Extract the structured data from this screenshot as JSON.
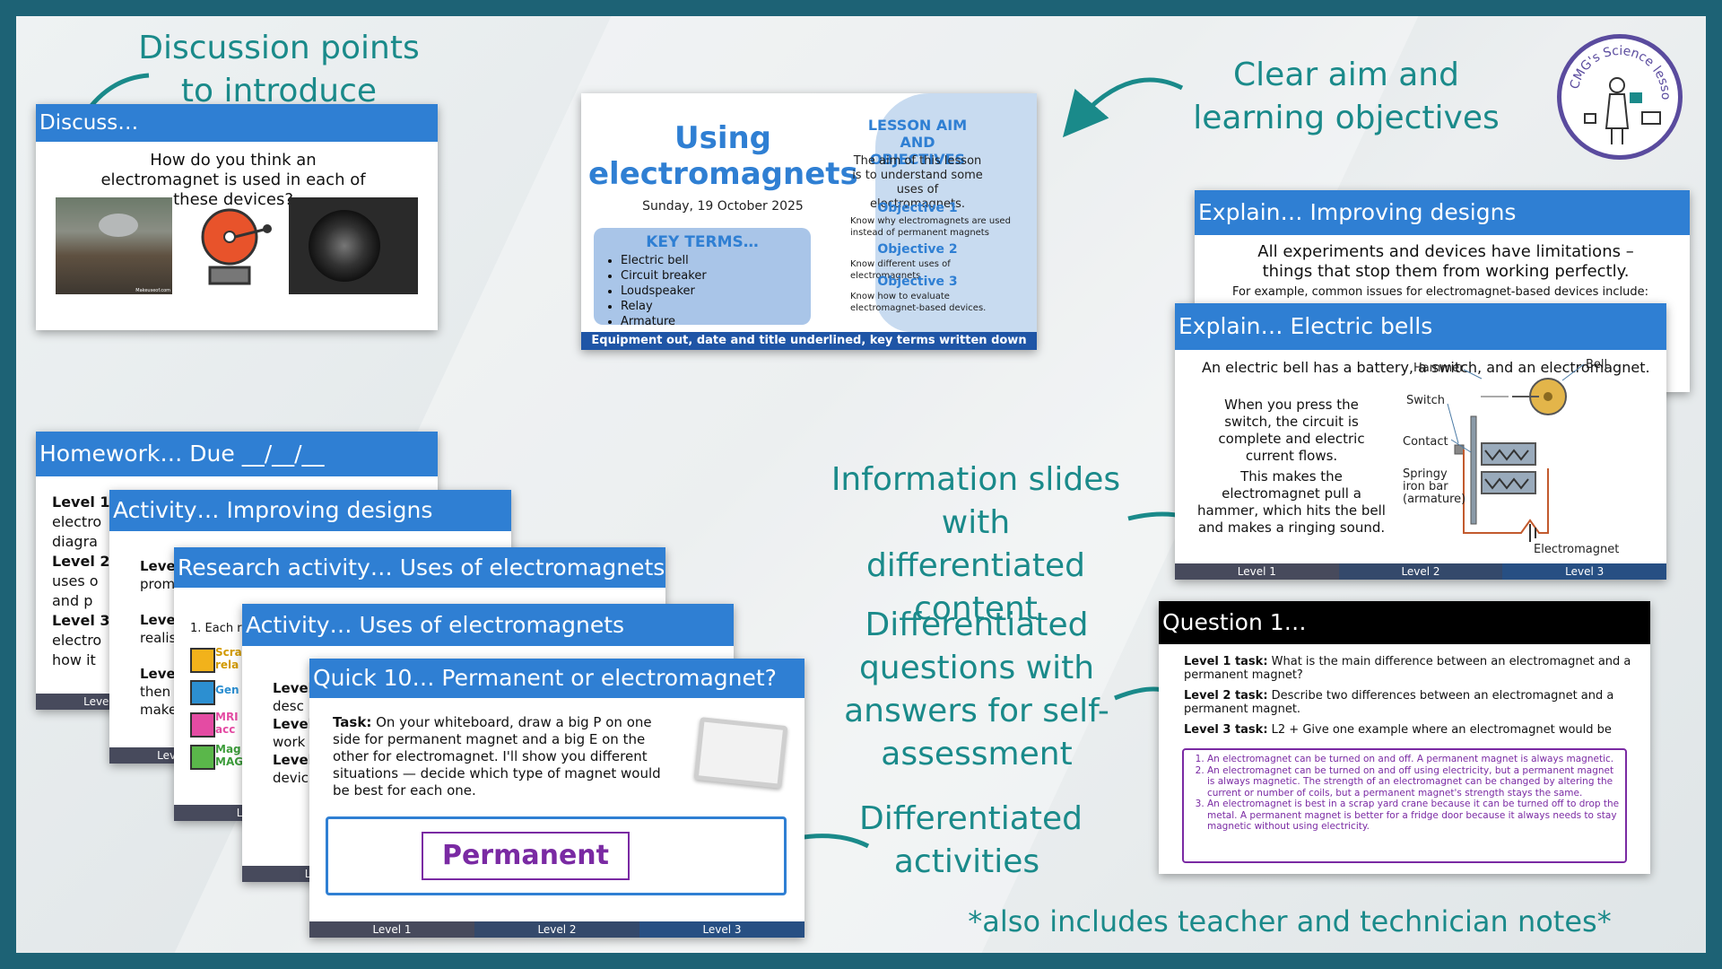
{
  "captions": {
    "discussion": "Discussion points to introduce concepts",
    "aim": "Clear aim and learning objectives",
    "information": "Information slides with differentiated content",
    "questions": "Differentiated questions with answers for self-assessment",
    "activities": "Differentiated activities",
    "footer": "*also includes teacher and technician notes*"
  },
  "logo": {
    "text": "CMG's Science lessons"
  },
  "discuss_slide": {
    "header": "Discuss…",
    "question": "How do you think an electromagnet  is used in each of these devices?",
    "image_credit": "Makeuseof.com"
  },
  "title_slide": {
    "title": "Using electromagnets",
    "date": "Sunday, 19 October 2025",
    "key_terms_title": "KEY TERMS…",
    "key_terms": [
      "Electric bell",
      "Circuit breaker",
      "Loudspeaker",
      "Relay",
      "Armature"
    ],
    "aim_title": "LESSON AIM AND OBJECTIVES",
    "aim_text": "The aim of this lesson is to understand some uses of electromagnets.",
    "objectives": [
      {
        "title": "Objective 1",
        "text": "Know why electromagnets are used instead of permanent magnets"
      },
      {
        "title": "Objective 2",
        "text": "Know different uses of electromagnets"
      },
      {
        "title": "Objective 3",
        "text": "Know how to evaluate electromagnet-based devices."
      }
    ],
    "footer": "Equipment out, date and title underlined, key terms written down"
  },
  "improving_slide": {
    "header": "Explain… Improving designs",
    "text": "All experiments and devices have limitations – things that stop them from working perfectly.",
    "cut_text": "For example, common issues for electromagnet-based devices include:"
  },
  "bells_slide": {
    "header": "Explain… Electric bells",
    "intro": "An electric bell has a battery, a switch, and an electromagnet.",
    "para1": "When you press the switch, the circuit is complete and electric current flows.",
    "para2": "This makes the electromagnet pull a hammer, which hits the bell and makes a ringing sound.",
    "labels": {
      "hammer": "Hammer",
      "bell": "Bell",
      "switch": "Switch",
      "contact": "Contact",
      "springy": "Springy iron bar (armature)",
      "electromagnet": "Electromagnet"
    }
  },
  "levels": [
    "Level 1",
    "Level 2",
    "Level 3"
  ],
  "question_slide": {
    "header": "Question 1…",
    "tasks": [
      {
        "label": "Level 1 task:",
        "text": " What is the main difference between an electromagnet and a permanent magnet?"
      },
      {
        "label": "Level 2 task:",
        "text": " Describe two differences between an electromagnet and a permanent magnet."
      },
      {
        "label": "Level 3 task:",
        "text": " L2 + Give one example where an electromagnet would be"
      }
    ],
    "answers": [
      "An electromagnet can be turned on and off. A permanent magnet is always magnetic.",
      "An electromagnet can be turned on and off using electricity, but a permanent magnet is always magnetic. The strength of an electromagnet can be changed by altering the current or number of coils, but a permanent magnet's strength stays the same.",
      "An electromagnet is best in a scrap yard crane because it can be turned off to drop the metal. A permanent magnet is better for a fridge door because it always needs to stay magnetic without using electricity."
    ]
  },
  "homework_slide": {
    "header": "Homework… Due __/__/__",
    "fragments": [
      "Level 1",
      "electro",
      "diagra",
      "Level 2",
      "uses o",
      "and p",
      "Level 3",
      "electro",
      "how it"
    ]
  },
  "activity_improving": {
    "header": "Activity… Improving designs",
    "fragments": [
      "Level",
      "prom",
      "Level",
      "realis",
      "Level",
      "then",
      "make"
    ]
  },
  "research_slide": {
    "header": "Research activity… Uses of electromagnets",
    "fragments": [
      "1. Each r",
      "Scra",
      "rela",
      "Gen",
      "MRI",
      "acc",
      "Mag",
      "MAG"
    ]
  },
  "activity_uses": {
    "header": "Activity… Uses of electromagnets",
    "fragments": [
      "Level",
      "desc",
      "Level",
      "work",
      "Level",
      "devic"
    ]
  },
  "quick10": {
    "header": "Quick 10… Permanent or electromagnet?",
    "task_label": "Task:",
    "task_text": " On your whiteboard, draw a big P on one side for permanent magnet and a big E on the other for electromagnet. I'll show you different situations — decide which type of magnet would be best for each one.",
    "answer": "Permanent"
  },
  "colors": {
    "header_blue": "#2f7fd3",
    "teal": "#1a8a8a",
    "purple": "#7a2aa3",
    "frame": "#1d6275",
    "navy": "#1f55a6"
  }
}
